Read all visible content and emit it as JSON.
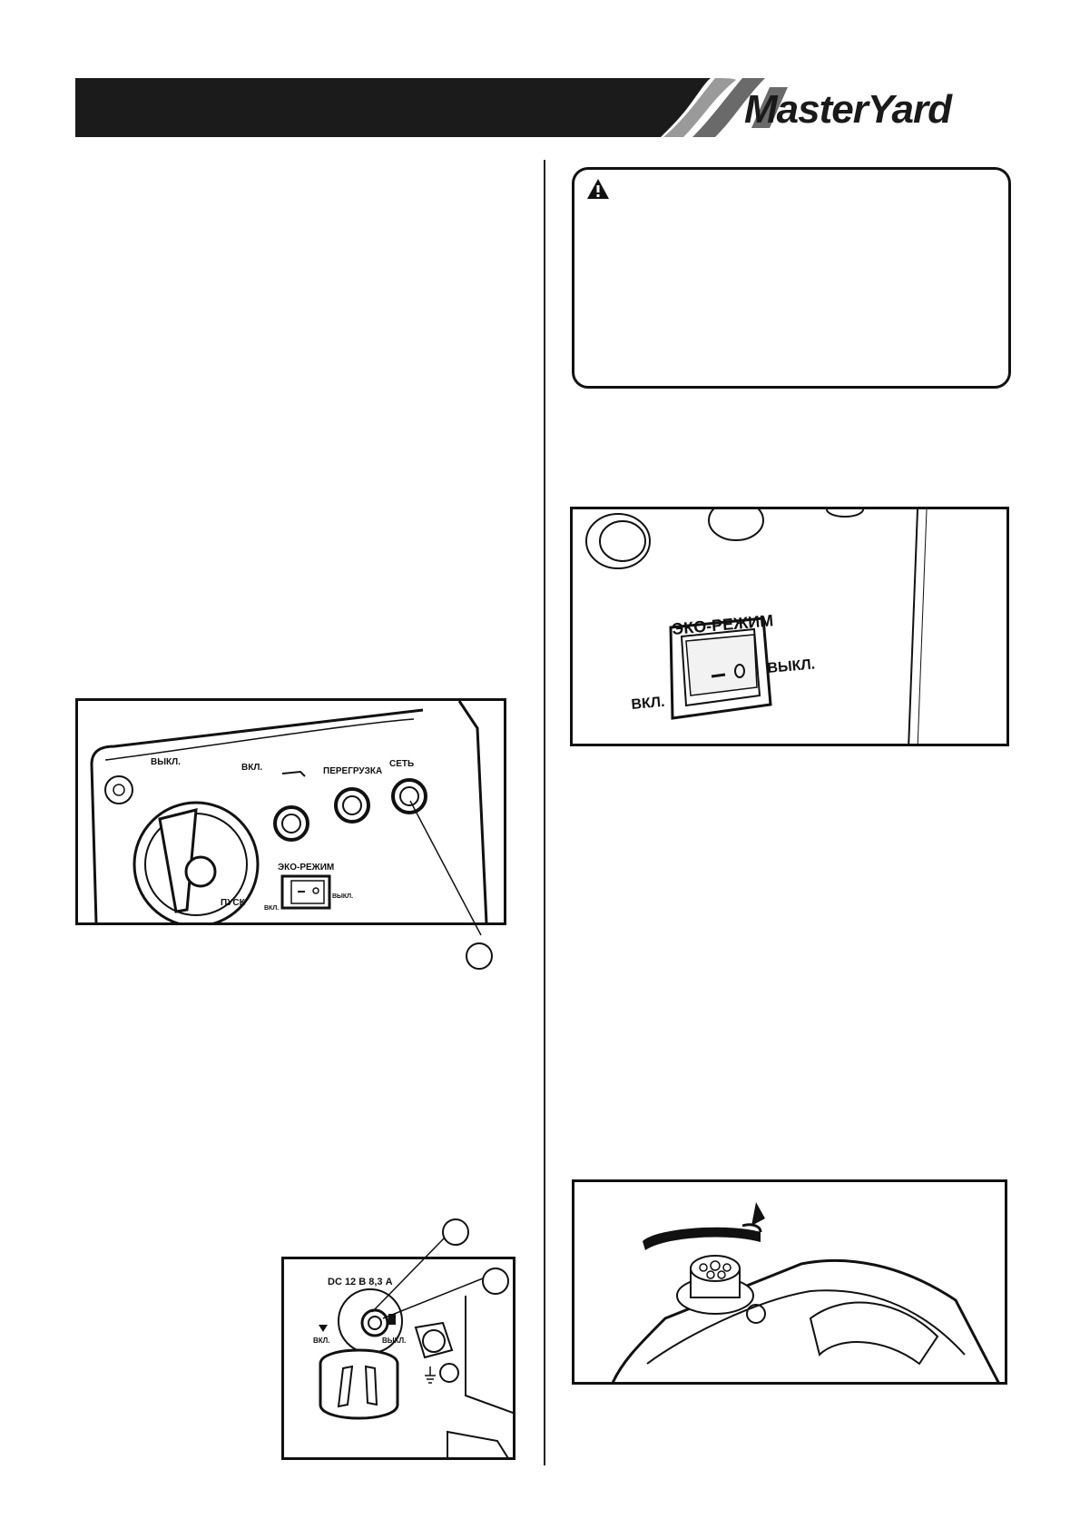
{
  "header": {
    "brand": "MasterYard"
  },
  "warning": {
    "icon": "warning-triangle-icon"
  },
  "fig_panel": {
    "off_label": "ВЫКЛ.",
    "on_label": "ВКЛ.",
    "start_label": "ПУСК",
    "overload_label": "ПЕРЕГРУЗКА",
    "network_label": "СЕТЬ",
    "eco_label": "ЭКО-РЕЖИМ",
    "eco_on": "ВКЛ.",
    "eco_off": "ВЫКЛ."
  },
  "fig_eco": {
    "eco_label": "ЭКО-РЕЖИМ",
    "on_label": "ВКЛ.",
    "off_label": "ВЫКЛ."
  },
  "fig_dc": {
    "rating_label": "DC 12 В  8,3 А",
    "on_label": "ВКЛ.",
    "off_label": "ВЫКЛ."
  },
  "colors": {
    "header_bar": "#1b1b1b",
    "stripe_light": "#9a9a9a",
    "stripe_dark": "#6a6a6a"
  }
}
